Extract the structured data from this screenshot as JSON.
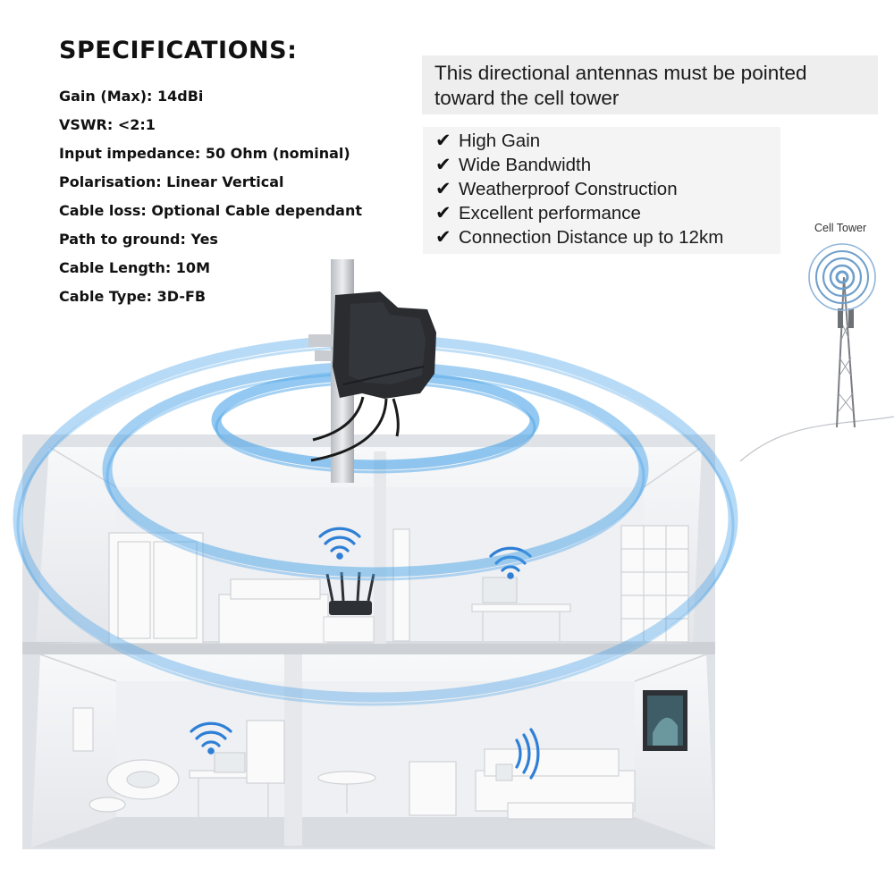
{
  "specifications": {
    "title": "SPECIFICATIONS:",
    "lines": [
      "Gain (Max): 14dBi",
      "VSWR: <2:1",
      "Input impedance: 50 Ohm (nominal)",
      "Polarisation: Linear Vertical",
      "Cable loss: Optional Cable dependant",
      "Path to ground: Yes",
      "Cable Length: 10M",
      "Cable Type: 3D-FB"
    ]
  },
  "callout": {
    "text": "This directional antennas must be pointed toward the cell tower"
  },
  "features": {
    "check_icon": "✔",
    "items": [
      "High Gain",
      "Wide Bandwidth",
      "Weatherproof Construction",
      "Excellent performance",
      "Connection Distance up to 12km"
    ]
  },
  "tower": {
    "label": "Cell Tower"
  },
  "colors": {
    "signal": "#4aa3e8",
    "wall": "#f3f4f6",
    "antenna": "#2a2c30"
  }
}
